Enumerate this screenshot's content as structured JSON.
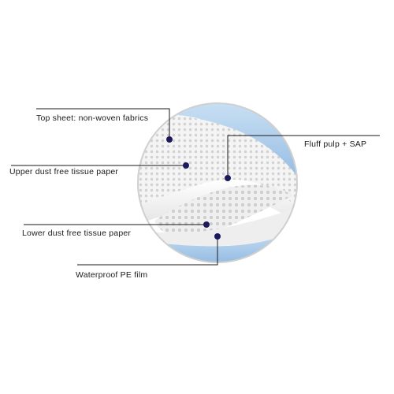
{
  "callouts": {
    "top_sheet": "Top sheet: non-woven fabrics",
    "fluff_pulp": "Fluff pulp + SAP",
    "upper_tissue": "Upper dust free tissue paper",
    "lower_tissue": "Lower dust free tissue paper",
    "pe_film": "Waterproof PE film"
  },
  "colors": {
    "line": "#1a1a1a",
    "marker": "#1c1a5c",
    "lens_border": "#c9c9c9",
    "pe_film_blue": "#a9cbe8",
    "pad_white": "#f7f7f7"
  }
}
